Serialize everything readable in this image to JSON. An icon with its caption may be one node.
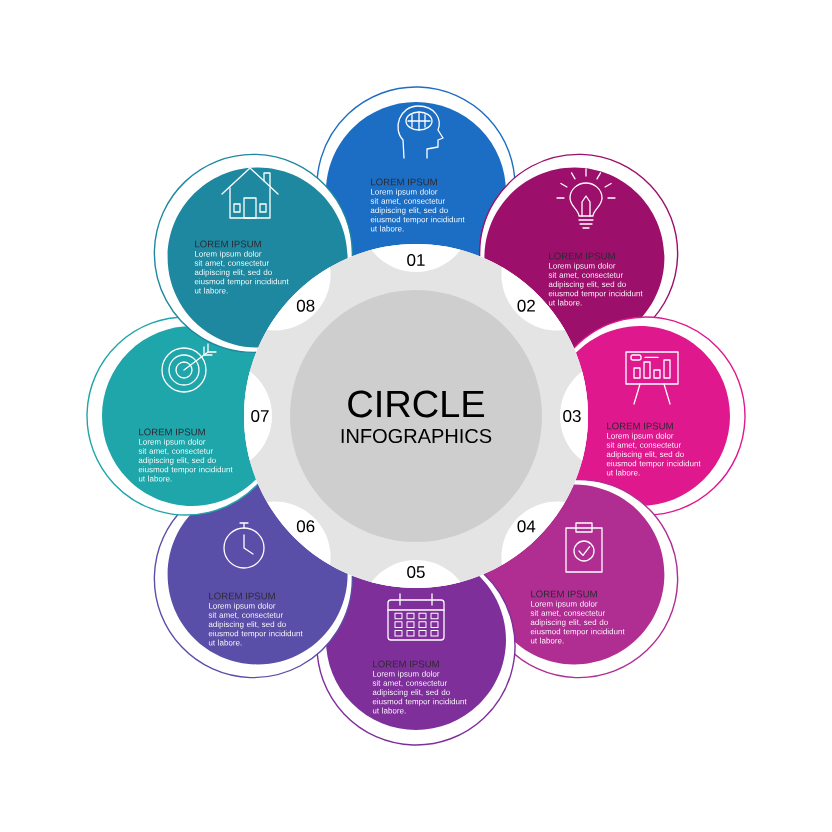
{
  "diagram": {
    "nodes": [
      {
        "text": [
          "CIRCLE",
          "INFOGRAPHICS"
        ]
      },
      {
        "text": [
          "LOREM IPSUM",
          "Lorem ipsum dolor sit amet, consectetur adipiscing elit, sed do eiusmod tempor incididunt ut labore."
        ],
        "beside": [
          "01"
        ]
      },
      {
        "text": [
          "LOREM IPSUM",
          "Lorem ipsum dolor sit amet, consectetur adipiscing elit, sed do eiusmod tempor incididunt ut labore."
        ],
        "beside": [
          "02"
        ]
      },
      {
        "text": [
          "LOREM IPSUM",
          "Lorem ipsum dolor sit amet, consectetur adipiscing elit, sed do eiusmod tempor incididunt ut labore."
        ],
        "beside": [
          "03"
        ]
      },
      {
        "text": [
          "LOREM IPSUM",
          "Lorem ipsum dolor sit amet, consectetur adipiscing elit, sed do eiusmod tempor incididunt ut labore."
        ],
        "beside": [
          "04"
        ]
      },
      {
        "text": [
          "LOREM IPSUM",
          "Lorem ipsum dolor sit amet, consectetur adipiscing elit, sed do eiusmod tempor incididunt ut labore."
        ],
        "beside": [
          "05"
        ]
      },
      {
        "text": [
          "LOREM IPSUM",
          "Lorem ipsum dolor sit amet, consectetur adipiscing elit, sed do eiusmod tempor incididunt ut labore."
        ],
        "beside": [
          "06"
        ]
      },
      {
        "text": [
          "LOREM IPSUM",
          "Lorem ipsum dolor sit amet, consectetur adipiscing elit, sed do eiusmod tempor incididunt ut labore."
        ],
        "beside": [
          "07"
        ]
      },
      {
        "text": [
          "LOREM IPSUM",
          "Lorem ipsum dolor sit amet, consectetur adipiscing elit, sed do eiusmod tempor incididunt ut labore."
        ],
        "beside": [
          "08"
        ]
      }
    ]
  }
}
